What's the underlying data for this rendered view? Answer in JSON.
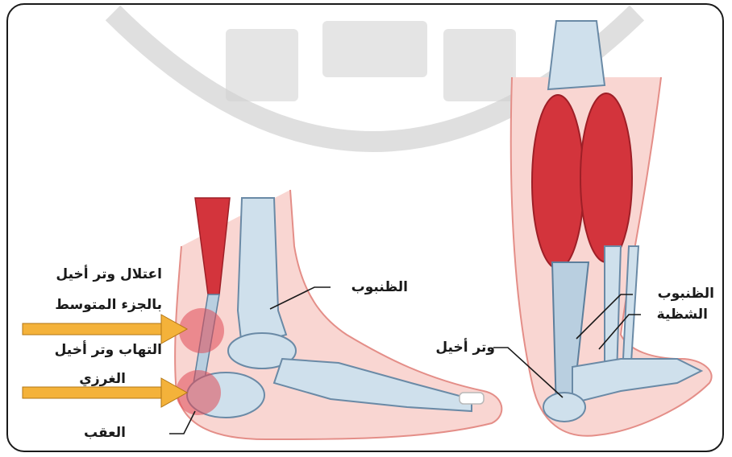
{
  "labels": {
    "achilles_tendinopathy_mid_line1": "اعتلال وتر أخيل",
    "achilles_tendinopathy_mid_line2": "بالجزء المتوسط",
    "insertional_tendinitis_line1": "التهاب وتر أخيل",
    "insertional_tendinitis_line2": "الغرزي",
    "heel": "العقب",
    "tibia_side": "الظنبوب",
    "achilles_tendon": "وتر أخيل",
    "tibia_back": "الظنبوب",
    "fibula": "الشظية"
  },
  "colors": {
    "muscle": "#d3343c",
    "bone": "#c9dbe8",
    "bone_outline": "#6a8aa6",
    "skin": "#f7c9c4",
    "skin_outline": "#e08c86",
    "inflammation": "#e04a55",
    "arrow": "#f4b23a",
    "watermark": "#c8c8c8"
  }
}
